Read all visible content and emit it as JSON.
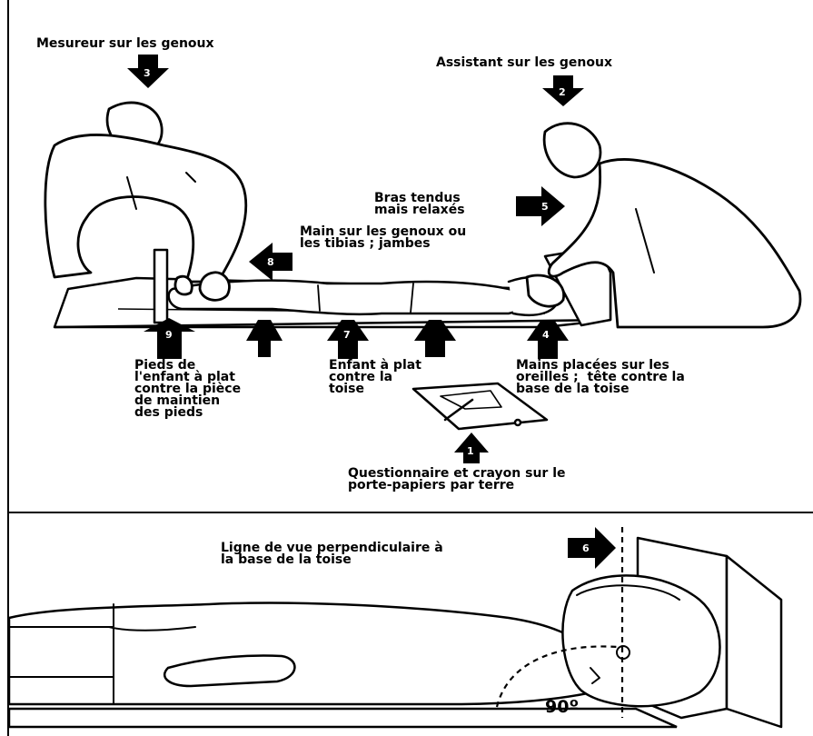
{
  "panel_top": {
    "labels": {
      "measurer": "Mesureur sur les genoux",
      "assistant": "Assistant sur les genoux",
      "arms": [
        "Bras tendus",
        "mais relaxés"
      ],
      "hand_knees": [
        "Main sur les genoux ou",
        "les tibias ; jambes"
      ],
      "feet": [
        "Pieds de",
        "l'enfant à plat",
        "contre la pièce",
        "de maintien",
        "des pieds"
      ],
      "child_flat": [
        "Enfant à plat",
        "contre la",
        "toise"
      ],
      "hands_ears": [
        "Mains placées sur les",
        "oreilles ;  tête contre la",
        "base de la toise"
      ],
      "questionnaire": [
        "Questionnaire et crayon sur le",
        "porte-papiers par terre"
      ]
    },
    "markers": {
      "m1": "1",
      "m2": "2",
      "m3": "3",
      "m4": "4",
      "m5": "5",
      "m7": "7",
      "m8": "8",
      "m9": "9"
    }
  },
  "panel_bottom": {
    "labels": {
      "line_of_sight": [
        "Ligne de vue perpendiculaire à",
        "la base de la toise"
      ],
      "angle": "90º"
    },
    "markers": {
      "m6": "6"
    }
  }
}
